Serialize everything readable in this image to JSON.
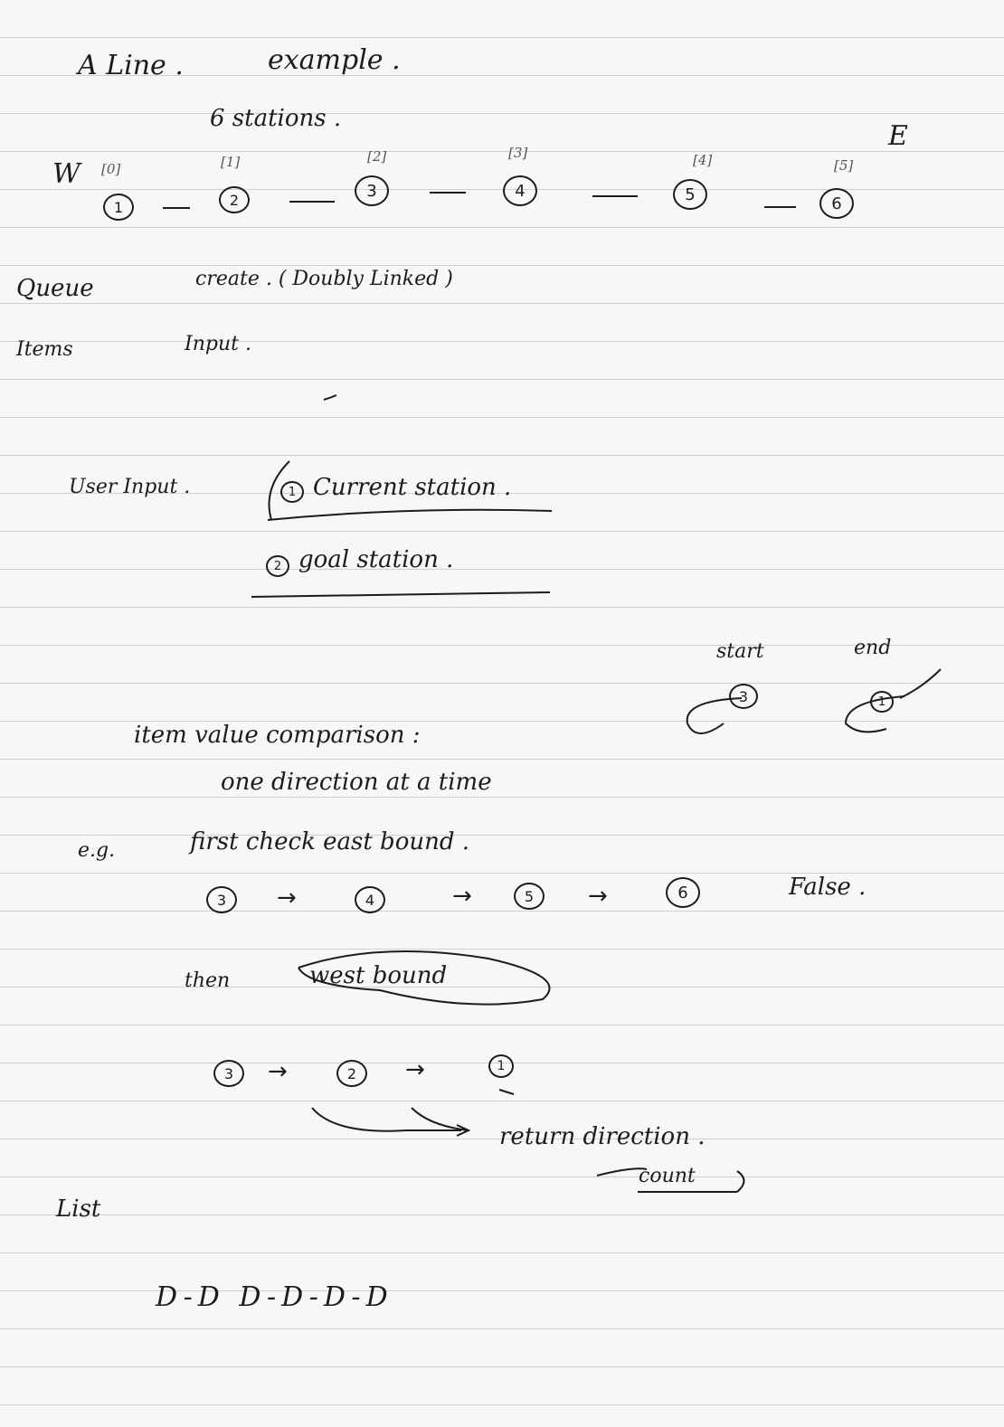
{
  "title": {
    "prefix": "A Line .",
    "word": "example ."
  },
  "stations_note": "6 stations .",
  "directions": {
    "west": "W",
    "east": "E"
  },
  "stations": [
    {
      "index": "[0]",
      "label": "1"
    },
    {
      "index": "[1]",
      "label": "2"
    },
    {
      "index": "[2]",
      "label": "3"
    },
    {
      "index": "[3]",
      "label": "4"
    },
    {
      "index": "[4]",
      "label": "5"
    },
    {
      "index": "[5]",
      "label": "6"
    }
  ],
  "queue": {
    "label": "Queue",
    "text": "create . ( Doubly Linked )"
  },
  "items": {
    "label": "Items",
    "text": "Input ."
  },
  "user_input": {
    "label": "User Input .",
    "first": "Current station .",
    "first_num": "1",
    "second": "goal station .",
    "second_num": "2"
  },
  "start_end": {
    "start": "start",
    "end": "end",
    "start_val": "3",
    "end_val": "1"
  },
  "comparison": {
    "line1": "item value comparison :",
    "line2": "one direction at a time"
  },
  "example": {
    "eg": "e.g.",
    "line": "first check east bound .",
    "east_path": [
      "3",
      "4",
      "5",
      "6"
    ],
    "result": "False ."
  },
  "west": {
    "then": "then",
    "bound": "west bound",
    "west_path": [
      "3",
      "2",
      "1"
    ]
  },
  "return": {
    "text": "return direction .",
    "count": "count"
  },
  "list": {
    "label": "List",
    "sketch": "D-D D-D-D-D"
  }
}
